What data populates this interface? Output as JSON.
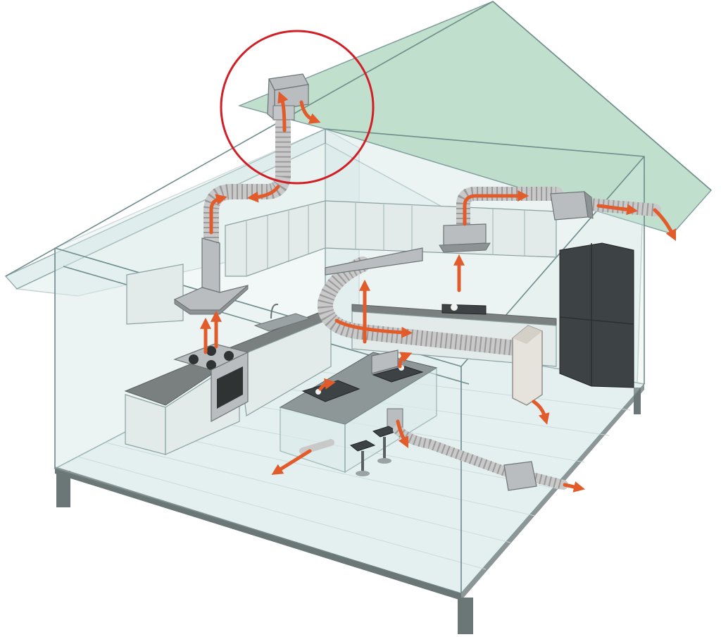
{
  "colors": {
    "roof": "#b9dcc6",
    "walls": "#dbeceb",
    "floor": "#e8f1f1",
    "frame": "#6f8d8d",
    "duct": "#c9c9c9",
    "airflow_arrow": "#e15b2b",
    "highlight_circle": "#d01f26",
    "appliance_steel": "#b9bdbf",
    "cooktop": "#2e3233"
  },
  "diagram": {
    "subject": "kitchen-exhaust-ventilation-cutaway",
    "highlighted_component": "roof-vent-cap",
    "components": [
      {
        "name": "roof-vent-cap",
        "icon": "roof-cap-icon"
      },
      {
        "name": "wall-chimney-hood",
        "icon": "chimney-hood-icon"
      },
      {
        "name": "gas-range",
        "icon": "gas-range-icon"
      },
      {
        "name": "downdraft-island-vent",
        "icon": "downdraft-vent-icon"
      },
      {
        "name": "ceiling-insert-hood",
        "icon": "ceiling-hood-icon"
      },
      {
        "name": "inline-duct-fan",
        "icon": "inline-fan-icon"
      },
      {
        "name": "wall-mounted-vent",
        "icon": "wall-vent-icon"
      },
      {
        "name": "under-floor-inline-fan",
        "icon": "underfloor-fan-icon"
      },
      {
        "name": "refrigerator",
        "icon": "refrigerator-icon"
      }
    ]
  }
}
